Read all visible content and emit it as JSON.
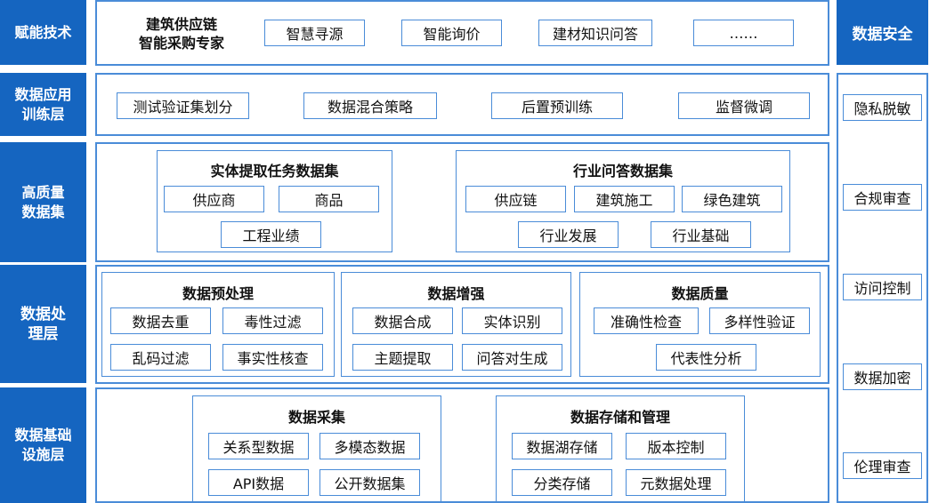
{
  "layers": {
    "enable": {
      "label": "赋能技术",
      "lead_line1": "建筑供应链",
      "lead_line2": "智能采购专家",
      "items": [
        "智慧寻源",
        "智能询价",
        "建材知识问答",
        "……"
      ]
    },
    "application": {
      "label_line1": "数据应用",
      "label_line2": "训练层",
      "items": [
        "测试验证集划分",
        "数据混合策略",
        "后置预训练",
        "监督微调"
      ]
    },
    "datasets": {
      "label_line1": "高质量",
      "label_line2": "数据集",
      "groups": [
        {
          "title": "实体提取任务数据集",
          "items": [
            "供应商",
            "商品",
            "工程业绩"
          ]
        },
        {
          "title": "行业问答数据集",
          "items": [
            "供应链",
            "建筑施工",
            "绿色建筑",
            "行业发展",
            "行业基础"
          ]
        }
      ]
    },
    "processing": {
      "label_line1": "数据处",
      "label_line2": "理层",
      "groups": [
        {
          "title": "数据预处理",
          "items": [
            "数据去重",
            "毒性过滤",
            "乱码过滤",
            "事实性核查"
          ]
        },
        {
          "title": "数据增强",
          "items": [
            "数据合成",
            "实体识别",
            "主题提取",
            "问答对生成"
          ]
        },
        {
          "title": "数据质量",
          "items": [
            "准确性检查",
            "多样性验证",
            "代表性分析"
          ]
        }
      ]
    },
    "infrastructure": {
      "label_line1": "数据基础",
      "label_line2": "设施层",
      "groups": [
        {
          "title": "数据采集",
          "items": [
            "关系型数据",
            "多模态数据",
            "API数据",
            "公开数据集"
          ]
        },
        {
          "title": "数据存储和管理",
          "items": [
            "数据湖存储",
            "版本控制",
            "分类存储",
            "元数据处理"
          ]
        }
      ]
    }
  },
  "security": {
    "title": "数据安全",
    "items": [
      "隐私脱敏",
      "合规审查",
      "访问控制",
      "数据加密",
      "伦理审查"
    ]
  },
  "colors": {
    "label_bg": "#1565c0",
    "border": "#4a8cd8",
    "label_text": "#ffffff"
  }
}
